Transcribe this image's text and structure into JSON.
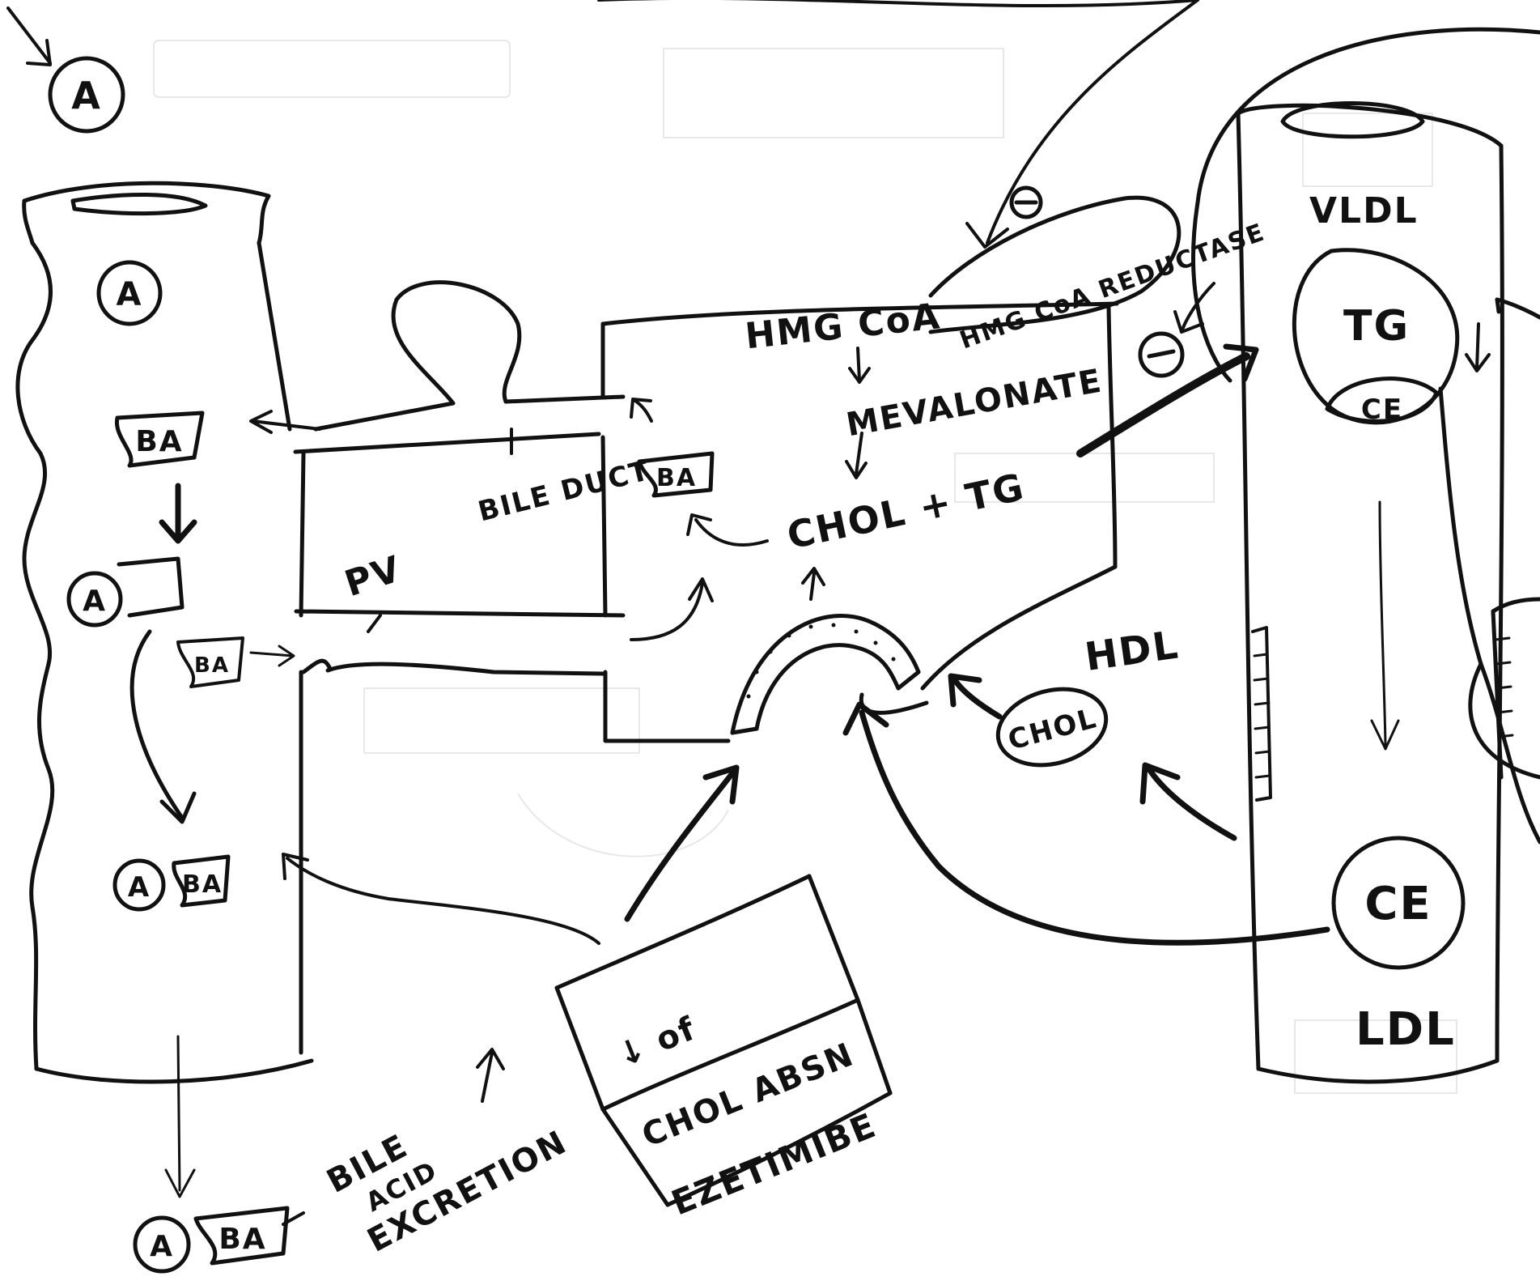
{
  "labels": {
    "a_top": "A",
    "a_intestine": "A",
    "ba_upper": "BA",
    "a_micelle": "A",
    "ba_small": "BA",
    "a_lower": "A",
    "ba_lower": "BA",
    "bile_duct": "BILE DUCT",
    "pv": "PV",
    "ba_liver": "BA",
    "hmg_coa": "HMG CoA",
    "hmg_coa_reductase": "HMG CoA REDUCTASE",
    "mevalonate": "MEVALONATE",
    "chol_tg": "CHOL + TG",
    "minus_top": "⊖",
    "minus_vessel": "⊖",
    "vldl": "VLDL",
    "tg": "TG",
    "ce_small": "CE",
    "hdl": "HDL",
    "chol_hdl": "CHOL",
    "ce_large": "CE",
    "ldl": "LDL",
    "inhibit_line1": "↓ of",
    "inhibit_line2": "CHOL ABSN",
    "ezetimibe": "EZETIMIBE",
    "a_bottom": "A",
    "ba_bottom": "BA",
    "bile_line1": "BILE",
    "bile_line2": "ACID",
    "bile_line3": "EXCRETION",
    "up_arrow": "↑"
  },
  "colors": {
    "ink": "#111111",
    "paper": "#ffffff"
  }
}
